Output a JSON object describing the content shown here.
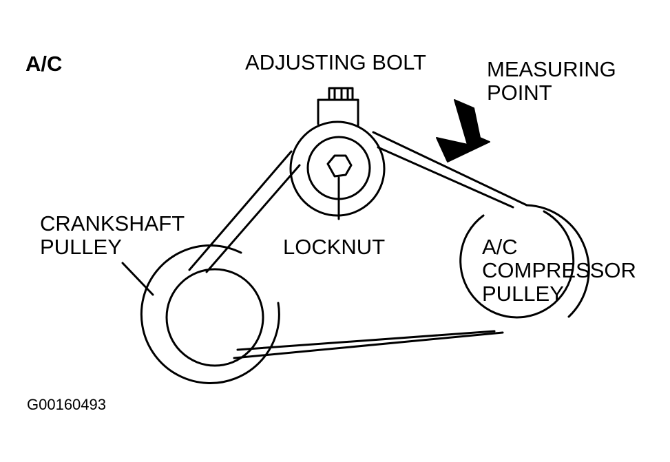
{
  "title": "A/C",
  "labels": {
    "adjusting_bolt": "ADJUSTING BOLT",
    "measuring_point": [
      "MEASURING",
      "POINT"
    ],
    "crankshaft_pulley": [
      "CRANKSHAFT",
      "PULLEY"
    ],
    "locknut": "LOCKNUT",
    "compressor_pulley": [
      "A/C",
      "COMPRESSOR",
      "PULLEY"
    ]
  },
  "figure_id": "G00160493",
  "colors": {
    "ink": "#000000",
    "paper": "#ffffff"
  },
  "icons": [
    "measuring-point-arrow-icon",
    "hex-nut-icon"
  ]
}
